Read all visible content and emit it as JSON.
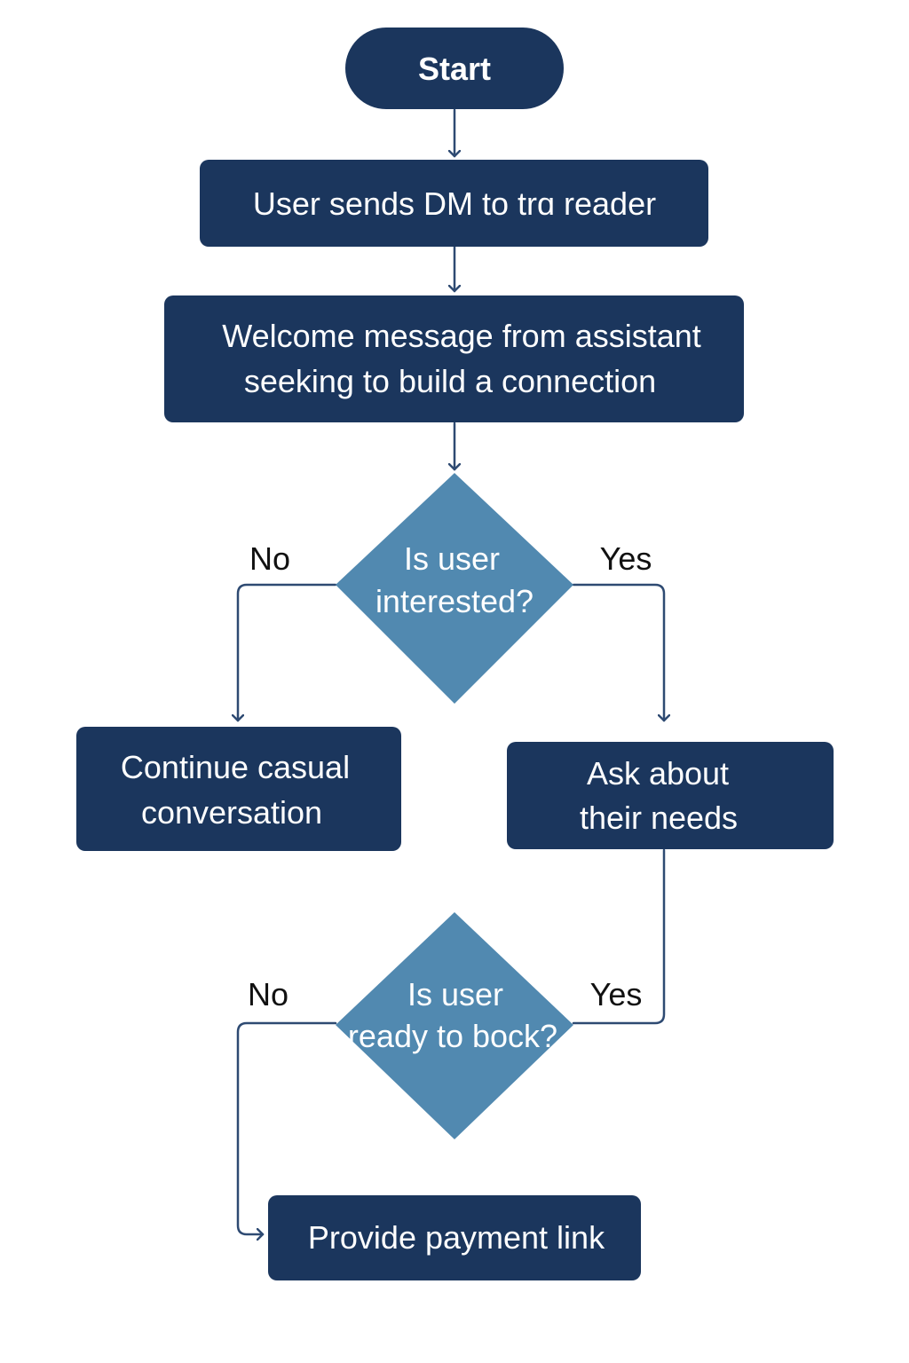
{
  "colors": {
    "process_fill": "#1b365d",
    "decision_fill": "#5189b0",
    "connector": "#2e4a72",
    "label_text": "#111111",
    "node_text": "#ffffff",
    "background": "#ffffff"
  },
  "nodes": {
    "start": {
      "label": "Start"
    },
    "user_sends_dm": {
      "label": "User sends DM to trɑ reader"
    },
    "welcome_message": {
      "line1": "Welcome message from assistant",
      "line2": "seeking to build a connection"
    },
    "decision_interested": {
      "line1": "Is user",
      "line2": "interested?"
    },
    "continue_casual": {
      "line1": "Continue casual",
      "line2": "conversation"
    },
    "ask_needs": {
      "line1": "Ask about",
      "line2": "their needs"
    },
    "decision_ready": {
      "line1": "Is user",
      "line2": "ready to bock?"
    },
    "payment_link": {
      "label": "Provide payment link"
    }
  },
  "edge_labels": {
    "interested_no": "No",
    "interested_yes": "Yes",
    "ready_no": "No",
    "ready_yes": "Yes"
  }
}
